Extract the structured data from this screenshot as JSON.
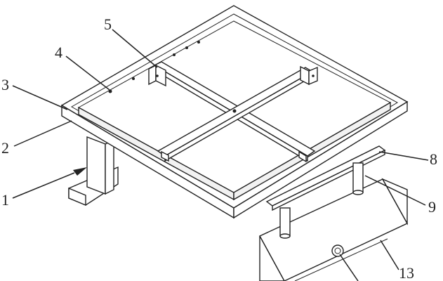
{
  "labels": {
    "l1": "1",
    "l2": "2",
    "l3": "3",
    "l4": "4",
    "l5": "5",
    "l8": "8",
    "l9": "9",
    "l13": "13"
  },
  "colors": {
    "line": "#222222",
    "background": "#ffffff"
  }
}
